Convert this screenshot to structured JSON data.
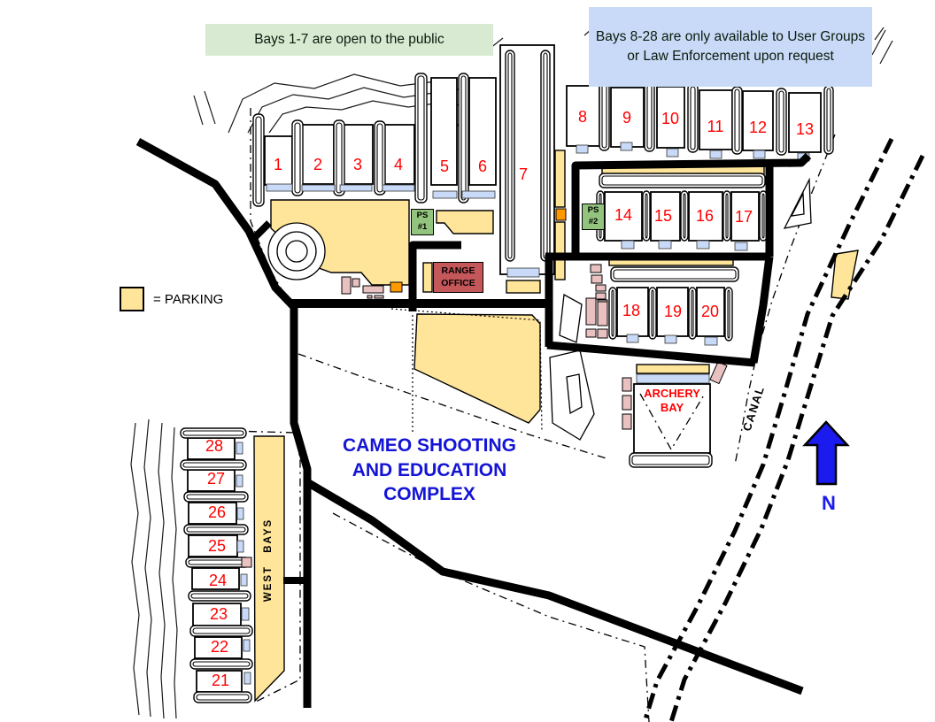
{
  "banner_public": "Bays 1-7 are open to the public",
  "banner_restricted": "Bays 8-28 are only available to User Groups or Law Enforcement upon request",
  "title": "CAMEO SHOOTING AND EDUCATION COMPLEX",
  "legend_parking": "= PARKING",
  "labels": {
    "range_office": "RANGE OFFICE",
    "ps1": "PS #1",
    "ps2": "PS #2",
    "archery": "ARCHERY BAY",
    "canal": "CANAL",
    "west_bays": "WEST BAYS",
    "north": "N"
  },
  "bays": [
    "1",
    "2",
    "3",
    "4",
    "5",
    "6",
    "7",
    "8",
    "9",
    "10",
    "11",
    "12",
    "13",
    "14",
    "15",
    "16",
    "17",
    "18",
    "19",
    "20",
    "21",
    "22",
    "23",
    "24",
    "25",
    "26",
    "27",
    "28"
  ],
  "colors": {
    "parking": "#FFE599",
    "public_banner": "#D9EAD3",
    "restricted_banner": "#C9DAF8",
    "bay_number": "#FF0000",
    "title_blue": "#1414D6",
    "range_office": "#C4575A",
    "ps_green": "#93C47D",
    "covered_strip": "#C9DAF8",
    "building_pink": "#EAC1C1",
    "accent_orange": "#FF9900",
    "north_arrow": "#1B1BEF"
  }
}
